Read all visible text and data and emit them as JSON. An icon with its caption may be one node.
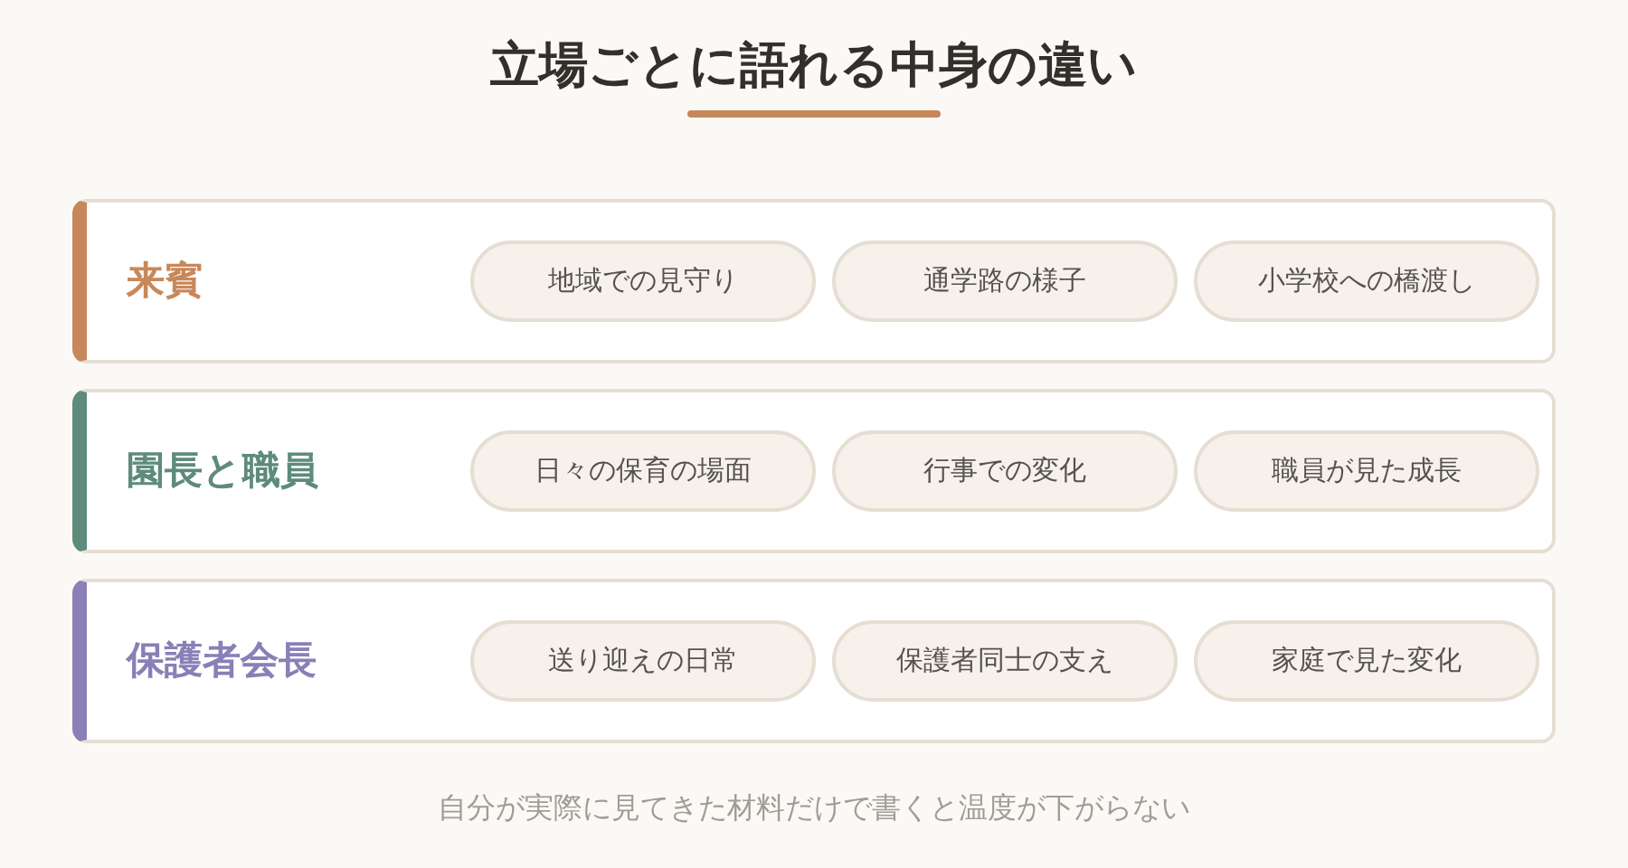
{
  "diagram": {
    "title": "立場ごとに語れる中身の違い",
    "caption": "自分が実際に見てきた材料だけで書くと温度が下がらない",
    "nodes": [
      {
        "text": [
          "来賓"
        ]
      },
      {
        "text": [
          "地域での見守り"
        ],
        "in": 0
      },
      {
        "text": [
          "通学路の様子"
        ],
        "in": 0
      },
      {
        "text": [
          "小学校への橋渡し"
        ],
        "in": 0
      },
      {
        "text": [
          "園長と職員"
        ]
      },
      {
        "text": [
          "日々の保育の場面"
        ],
        "in": 4
      },
      {
        "text": [
          "行事での変化"
        ],
        "in": 4
      },
      {
        "text": [
          "職員が見た成長"
        ],
        "in": 4
      },
      {
        "text": [
          "保護者会長"
        ]
      },
      {
        "text": [
          "送り迎えの日常"
        ],
        "in": 8
      },
      {
        "text": [
          "保護者同士の支え"
        ],
        "in": 8
      },
      {
        "text": [
          "家庭で見た変化"
        ],
        "in": 8
      }
    ]
  }
}
